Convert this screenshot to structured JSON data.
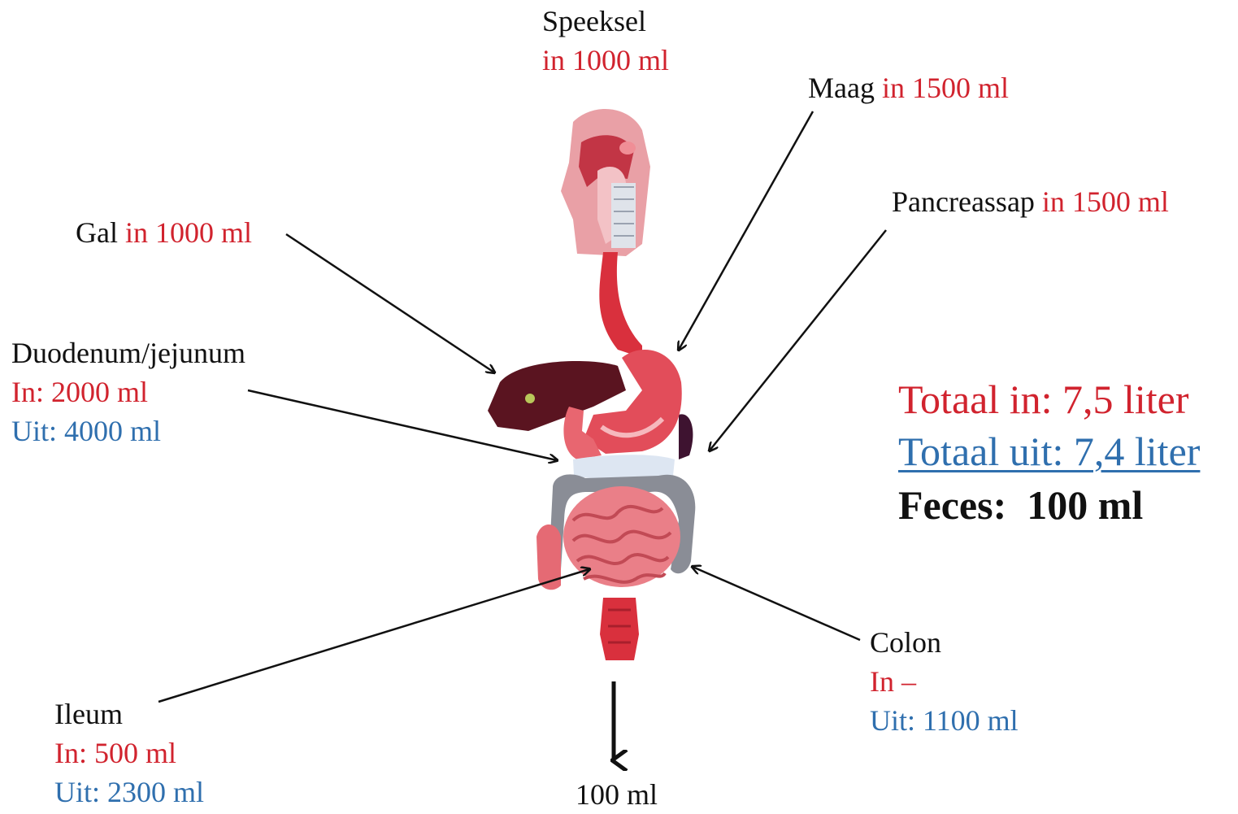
{
  "labels": {
    "speeksel": {
      "name": "Speeksel",
      "in": "in 1000 ml"
    },
    "maag": {
      "name": "Maag",
      "in": "in 1500 ml"
    },
    "pancreassap": {
      "name": "Pancreassap",
      "in": "in 1500 ml"
    },
    "gal": {
      "name": "Gal",
      "in": "in 1000 ml"
    },
    "duodenum": {
      "name": "Duodenum/jejunum",
      "in": "In: 2000 ml",
      "uit": "Uit: 4000 ml"
    },
    "ileum": {
      "name": "Ileum",
      "in": "In: 500 ml",
      "uit": "Uit: 2300 ml"
    },
    "colon": {
      "name": "Colon",
      "in": "In –",
      "uit": "Uit: 1100 ml"
    },
    "feces_out": "100 ml"
  },
  "totals": {
    "in": "Totaal in: 7,5 liter",
    "uit": "Totaal uit: 7,4 liter",
    "feces": "Feces:  100 ml"
  },
  "colors": {
    "in": "#d1232e",
    "uit": "#2f6fae",
    "text": "#111111",
    "organ": "#e8505b",
    "liver": "#5a1420",
    "colon": "#8a8d96"
  }
}
